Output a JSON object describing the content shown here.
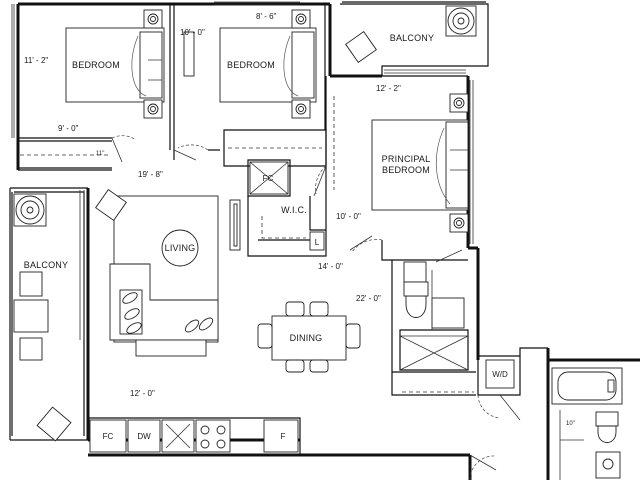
{
  "rooms": {
    "bedroom_1": "BEDROOM",
    "bedroom_2": "BEDROOM",
    "balcony_top": "BALCONY",
    "principal_line1": "PRINCIPAL",
    "principal_line2": "BEDROOM",
    "balcony_left": "BALCONY",
    "living": "LIVING",
    "dining": "DINING",
    "wic": "W.I.C."
  },
  "dimensions": {
    "bed1_width": "11' - 2\"",
    "bed1_depth": "9' - 0\"",
    "bed2_width": "10' - 0\"",
    "bed2_depth": "8' - 6\"",
    "principal_width": "12' - 2\"",
    "principal_depth": "10' - 0\"",
    "living_depth": "19' - 8\"",
    "living_width": "14' - 0\"",
    "dining_depth": "22' - 0\"",
    "kitchen_width": "12' - 0\"",
    "tiny_1": "11\"",
    "tiny_2": "10\""
  },
  "appliances": {
    "fc_hall": "FC",
    "linen": "L",
    "fc_kitchen": "FC",
    "dishwasher": "DW",
    "fridge": "F",
    "washer_dryer": "W/D"
  }
}
